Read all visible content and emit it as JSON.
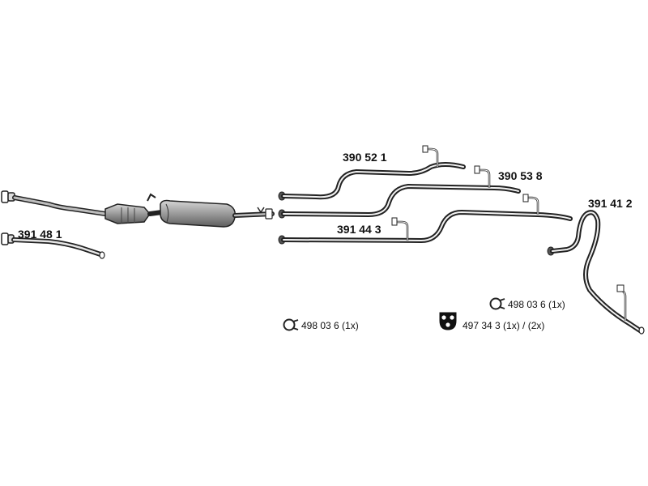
{
  "parts": {
    "front_pipe_label": "391 48 1",
    "pipe_a_label": "390 52 1",
    "pipe_b_label": "390 53 8",
    "pipe_c_label": "391 44 3",
    "tailpipe_label": "391 41 2"
  },
  "hardware": {
    "clamp_left_label": "498 03 6 (1x)",
    "clamp_right_label": "498 03 6 (1x)",
    "hanger_label": "497 34 3  (1x) / (2x)",
    "clamp_icon": "clamp-ring-icon",
    "hanger_icon": "rubber-hanger-icon"
  }
}
